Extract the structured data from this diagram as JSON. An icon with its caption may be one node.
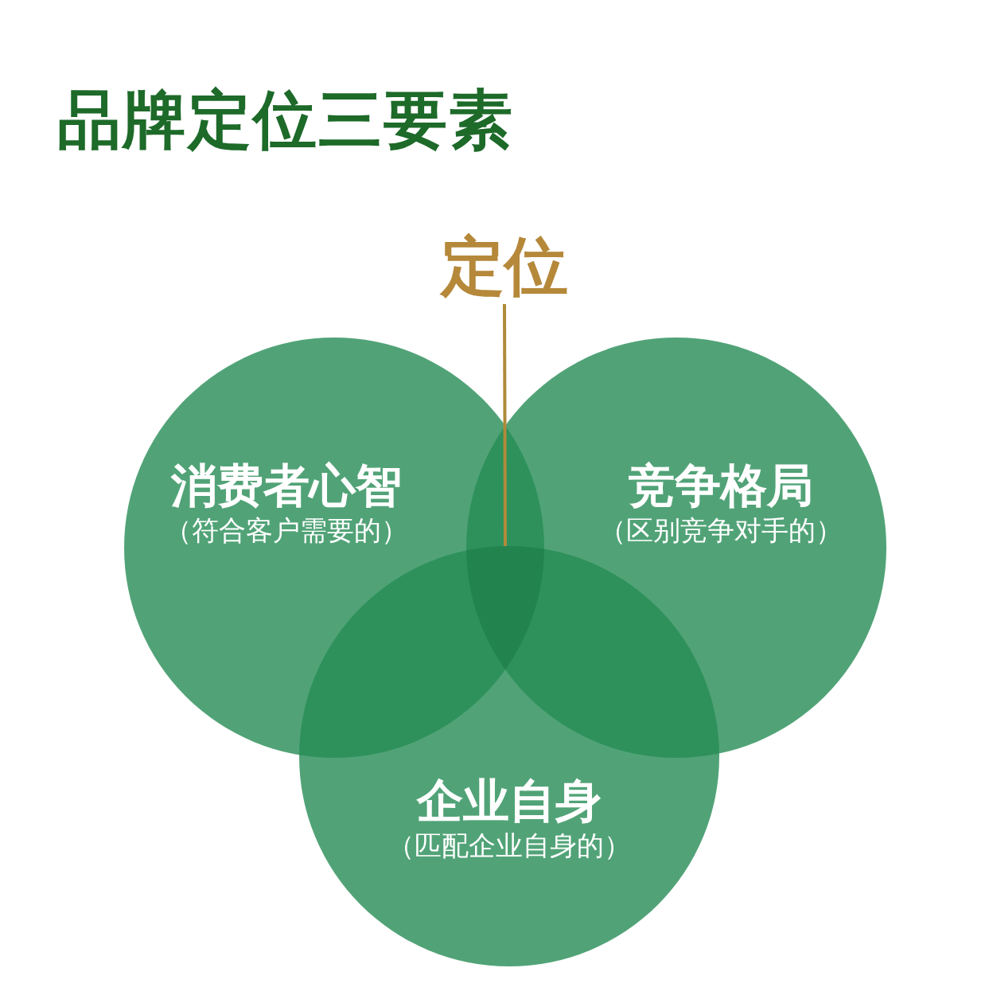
{
  "diagram": {
    "title": "品牌定位三要素",
    "nodes": [
      {
        "text": [
          "定位"
        ]
      },
      {
        "text": [
          "消费者心智",
          "（符合客户需要的）"
        ]
      },
      {
        "text": [
          "竞争格局",
          "（区别竞争对手的）"
        ]
      },
      {
        "text": [
          "企业自身",
          "（匹配企业自身的）"
        ]
      },
      {
        "text": [],
        "shape": "overlap"
      }
    ],
    "edges": [
      {
        "from": 0,
        "to": 4,
        "arrow": "none"
      }
    ]
  }
}
